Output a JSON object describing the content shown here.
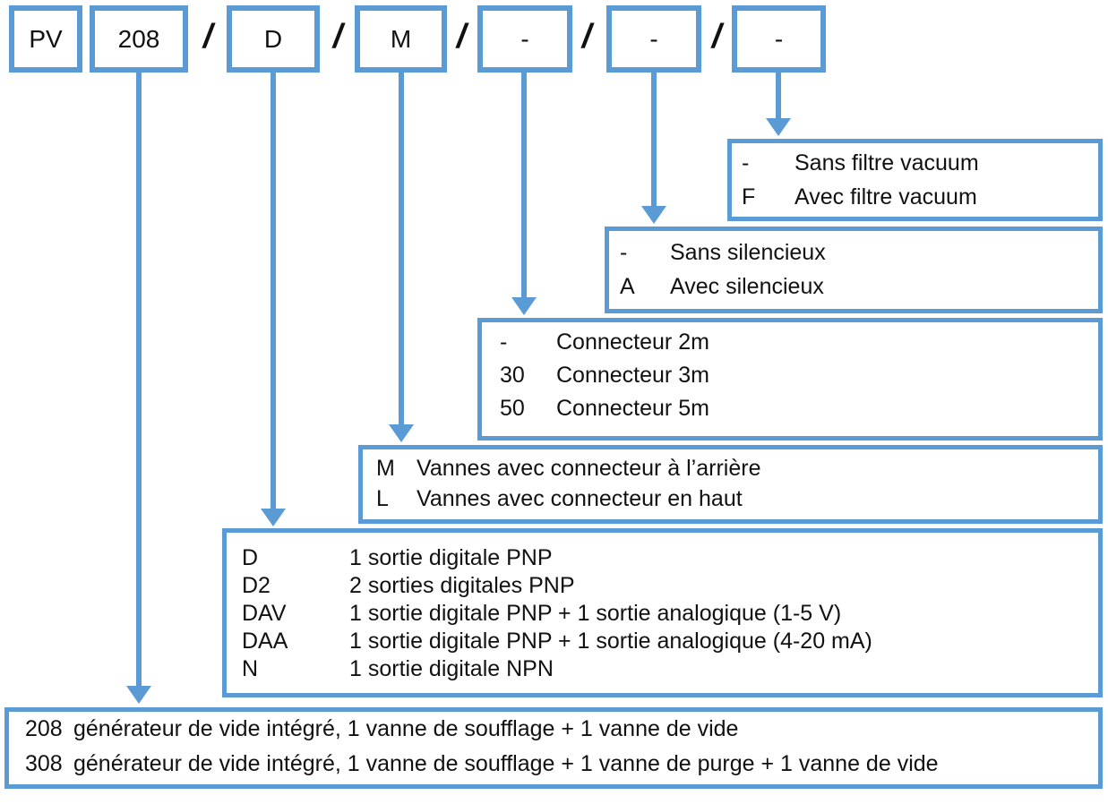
{
  "accent_color": "#5B9BD5",
  "text_color": "#1a1a1a",
  "separator": "/",
  "part_code": {
    "boxes": [
      "PV",
      "208",
      "D",
      "M",
      "-",
      "-",
      "-"
    ]
  },
  "legends": [
    {
      "id": "filtre-vacuum",
      "rows": [
        {
          "code": "-",
          "label": "Sans filtre vacuum"
        },
        {
          "code": "F",
          "label": "Avec filtre vacuum"
        }
      ]
    },
    {
      "id": "silencieux",
      "rows": [
        {
          "code": "-",
          "label": "Sans silencieux"
        },
        {
          "code": "A",
          "label": "Avec silencieux"
        }
      ]
    },
    {
      "id": "connecteur",
      "rows": [
        {
          "code": "-",
          "label": "Connecteur 2m"
        },
        {
          "code": "30",
          "label": "Connecteur 3m"
        },
        {
          "code": "50",
          "label": "Connecteur 5m"
        }
      ]
    },
    {
      "id": "vannes",
      "rows": [
        {
          "code": "M",
          "label": "Vannes avec connecteur à l’arrière"
        },
        {
          "code": "L",
          "label": "Vannes avec connecteur en haut"
        }
      ]
    },
    {
      "id": "sorties",
      "rows": [
        {
          "code": "D",
          "label": "1 sortie digitale PNP"
        },
        {
          "code": "D2",
          "label": "2 sorties digitales PNP"
        },
        {
          "code": "DAV",
          "label": "1 sortie digitale PNP + 1 sortie analogique (1-5 V)"
        },
        {
          "code": "DAA",
          "label": "1 sortie digitale PNP + 1 sortie analogique (4-20 mA)"
        },
        {
          "code": "N",
          "label": "1 sortie digitale NPN"
        }
      ]
    },
    {
      "id": "generateur",
      "rows": [
        {
          "code": "208",
          "label": "générateur de vide intégré, 1 vanne de soufflage + 1 vanne de vide"
        },
        {
          "code": "308",
          "label": "générateur de vide intégré, 1 vanne de soufflage + 1 vanne de purge + 1 vanne de vide"
        }
      ]
    }
  ]
}
